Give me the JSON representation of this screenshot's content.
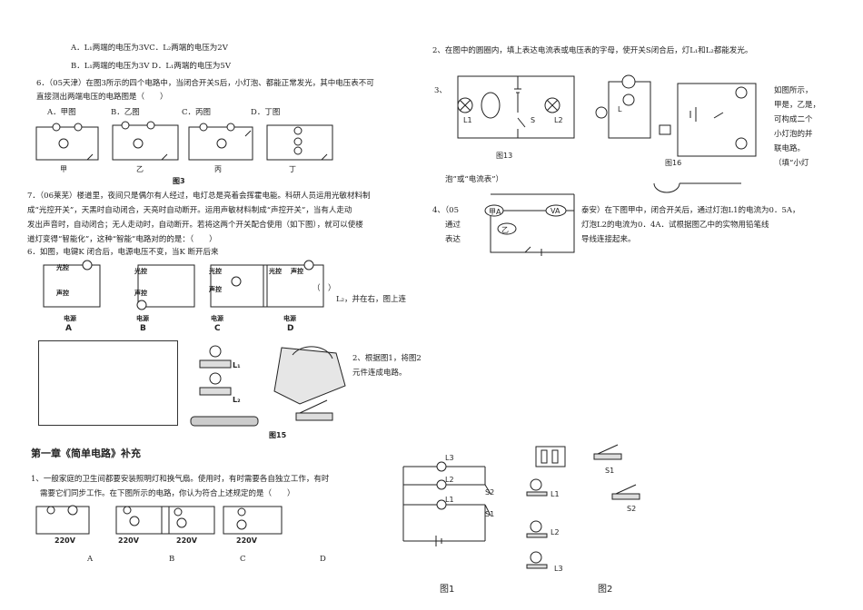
{
  "left": {
    "opt_ab": "A．L₁两端的电压为3VC．L₂两端的电压为2V",
    "opt_bd": "B．L₁两端的电压为3V D．L₁两端的电压为5V",
    "q6_line1": "6．（05天津）在图3所示的四个电路中，当闭合开关S后，小灯泡、都能正常发光，其中电压表不可",
    "q6_line2": "直接测出两端电压的电路图是（　　）",
    "q6_options": [
      "A．甲图",
      "B．乙图",
      "C．丙图",
      "D．丁图"
    ],
    "q6_sub": [
      "甲",
      "乙",
      "丙",
      "丁"
    ],
    "fig3": "图3",
    "q7_lines": [
      "7．（06莱芜）楼道里，夜间只是偶尔有人经过，电灯总是亮着会挥霍电能。科研人员运用光敏材料制",
      "成“光控开关”，天黑时自动闭合，天亮时自动断开。运用声敏材料制成“声控开关”，当有人走动",
      "发出声音时，自动闭合；无人走动时，自动断开。若将这两个开关配合使用（如下图），就可以使楼",
      "道灯变得“智能化”，这种“智能”电路对的的是：（　　）",
      "6．如图，电键K 闭合后，电源电压不变，当K 断开后来"
    ],
    "q7_letters": [
      "A",
      "B",
      "C",
      "D"
    ],
    "light_ctrl": "光控",
    "sound_ctrl": "声控",
    "power": "电源",
    "paren": "（　）",
    "side_note": "L₂，并在右，图上连",
    "fig15_l1": "L₁",
    "fig15_l2": "L₂",
    "fig15": "图15",
    "q2b_text": "2、根据图1，将图2元件连成电路。",
    "chapter_title": "第一章《简单电路》补充",
    "q1_line1": "1、一般家庭的卫生间都要安装照明灯和换气扇。使用时，有时需要各自独立工作，有时",
    "q1_line2": "需要它们同步工作。在下图所示的电路，你认为符合上述规定的是（　　）",
    "q1_letters": [
      "A",
      "B",
      "C",
      "D"
    ],
    "volt": "220V"
  },
  "right": {
    "q2_text": "2、在图中的圆圈内，填上表达电流表或电压表的字母，使开关S闭合后，灯L₁和L₂都能发光。",
    "q3_num": "3、",
    "fig13": "图13",
    "fig16": "图16",
    "q3_side": [
      "如图所示，",
      "甲是，乙是，",
      "可构成二个",
      "小灯泡的并",
      "联电路。",
      "（填“小灯"
    ],
    "q3_end": "泡”或“电流表”）",
    "q4_left": [
      "4、（05",
      "通过",
      "表达"
    ],
    "q4_right": [
      "泰安）在下图甲中，闭合开关后，通过灯泡L1的电流为0．5A，",
      "灯泡L2的电流为0．4A．试根据图乙中的实物用铅笔线",
      "导线连接起来。"
    ],
    "meter_a": "甲A",
    "meter_b": "VA",
    "meter_c": "乙",
    "fig1_l3": "L3",
    "fig1_l2": "L2",
    "fig1_l1": "L1",
    "fig1_s2": "S2",
    "fig1_s1": "S1",
    "fig1": "图1",
    "fig2": "图2",
    "fig2_s1": "S1",
    "fig2_s2": "S2",
    "fig2_l1": "L1",
    "fig2_l2": "L2",
    "fig2_l3": "L3",
    "fig13_l1": "L1",
    "fig13_l2": "L2",
    "fig13_s": "S",
    "fig16_l": "L"
  }
}
